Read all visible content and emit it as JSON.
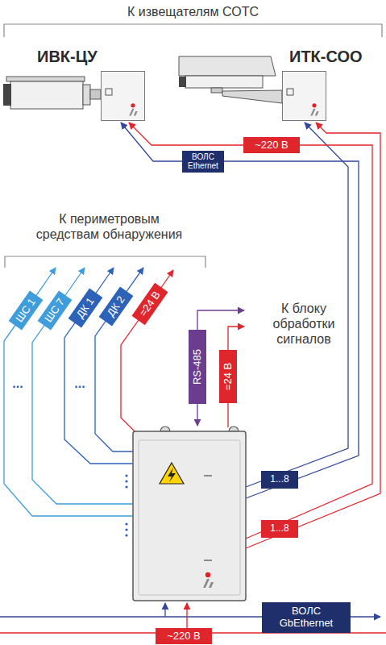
{
  "diagram": {
    "nodes": [
      {
        "text": [
          "ИВК-ЦУ"
        ]
      },
      {
        "text": [
          "ИТК-СОО"
        ]
      },
      {
        "text": [
          "~220 В"
        ]
      },
      {
        "text": [
          "ВОЛС Ethernet"
        ]
      },
      {
        "text": [
          "ШС 1"
        ]
      },
      {
        "text": [
          "ШС 7"
        ]
      },
      {
        "text": [
          "ДК 1"
        ]
      },
      {
        "text": [
          "ДК 2"
        ]
      },
      {
        "text": [
          "=24 В"
        ]
      },
      {
        "text": [
          "RS-485"
        ]
      },
      {
        "text": [
          "=24 В"
        ]
      },
      {
        "text": [
          "1...8"
        ]
      },
      {
        "text": [
          "1...8"
        ]
      },
      {
        "text": [
          "ВОЛС GbEthernet"
        ]
      },
      {
        "text": [
          "~220 В"
        ]
      }
    ],
    "labels": [
      "К извещателям СОТС",
      "К периметровым средствам обнаружения",
      "...",
      "...",
      "К блоку обработки сигналов"
    ]
  }
}
